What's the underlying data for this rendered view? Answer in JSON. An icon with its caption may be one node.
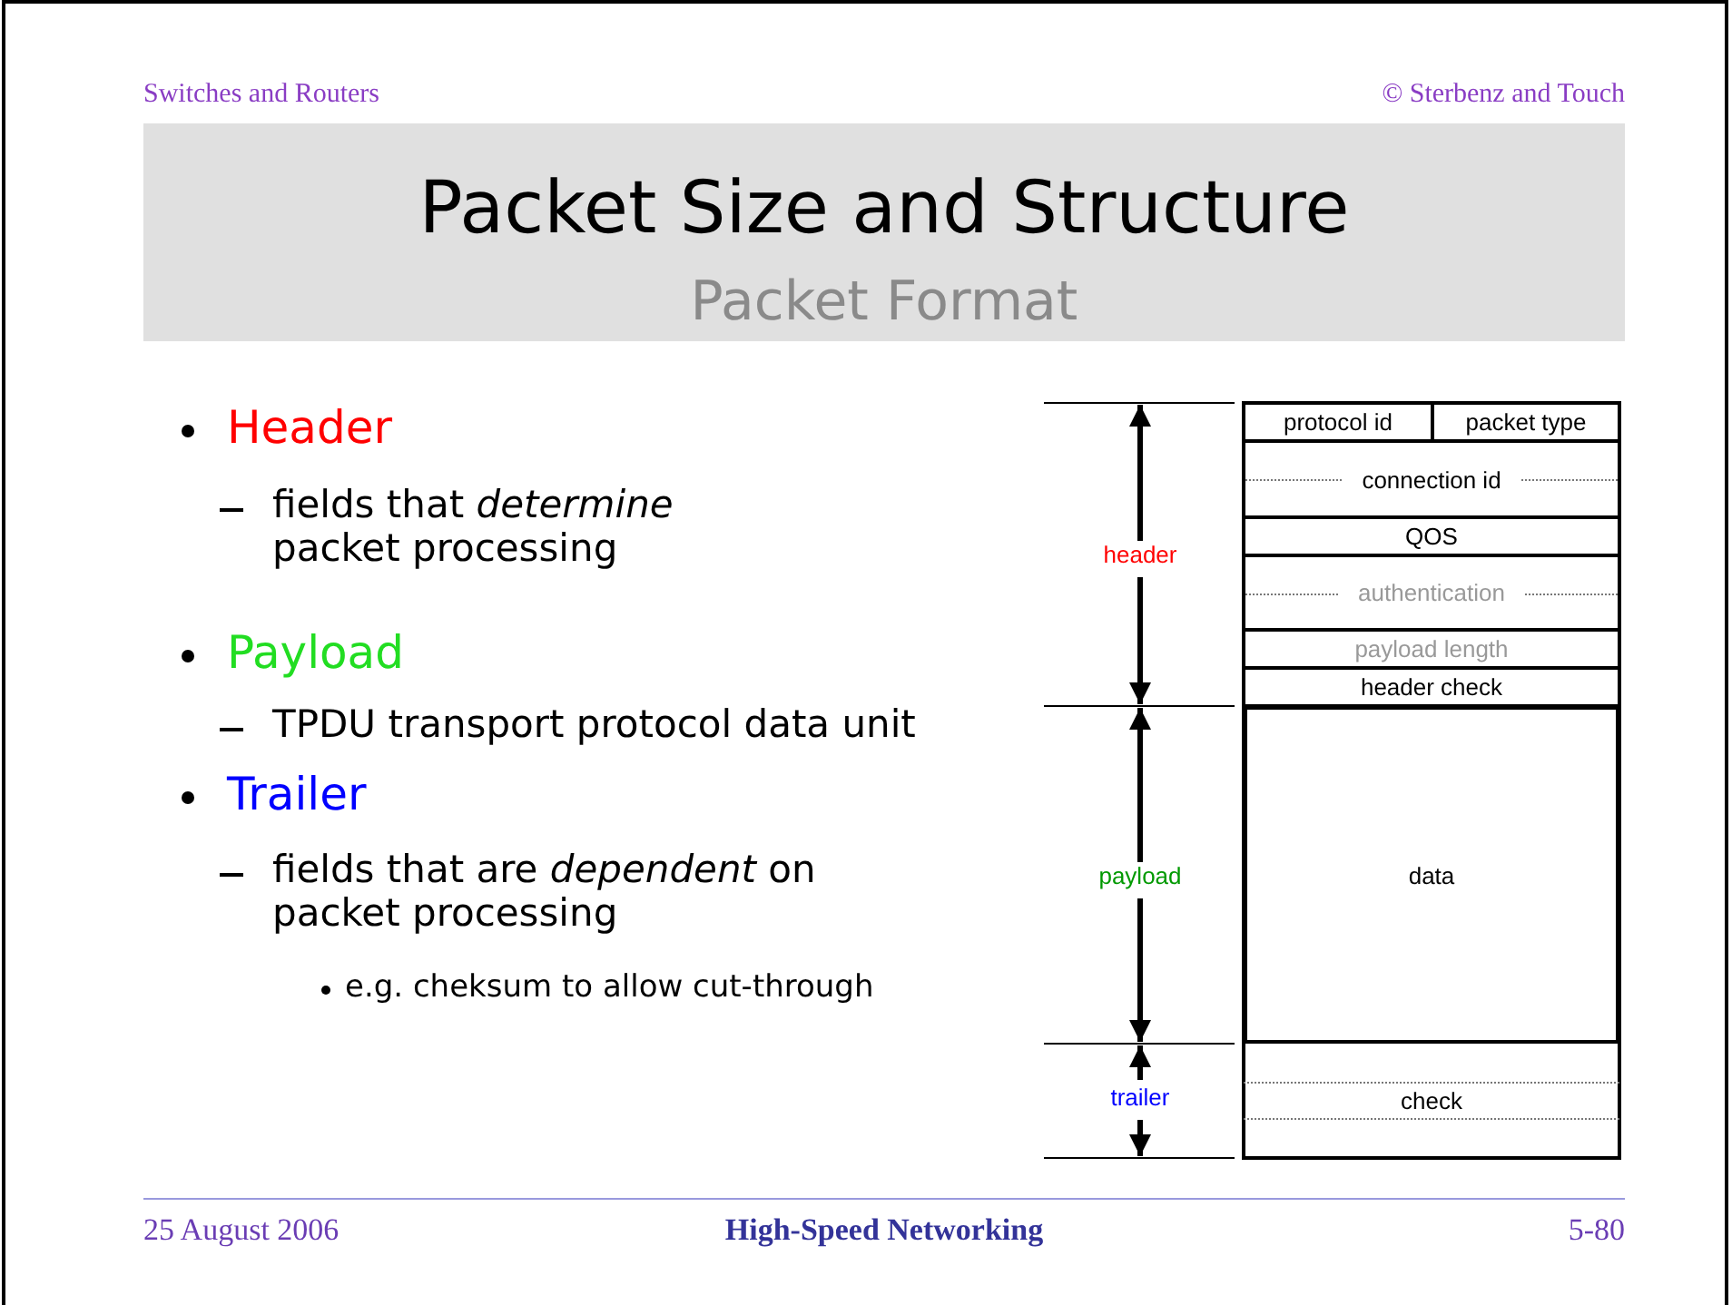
{
  "diagram": {
    "title": "Packet Size and Structure",
    "nodes": [
      {
        "text": [
          "protocol id"
        ]
      },
      {
        "text": [
          "packet type"
        ]
      },
      {
        "text": [
          "connection id"
        ]
      },
      {
        "text": [
          "QOS"
        ]
      },
      {
        "text": [
          "authentication"
        ]
      },
      {
        "text": [
          "payload length"
        ]
      },
      {
        "text": [
          "header check"
        ]
      },
      {
        "text": [
          "data"
        ]
      },
      {
        "text": [
          "check"
        ]
      }
    ],
    "edges": [],
    "labels": [
      "Switches and Routers",
      "© Sterbenz and Touch",
      "Packet Format",
      "Header",
      "fields that *determine* packet processing",
      "Payload",
      "TPDU transport protocol data unit",
      "Trailer",
      "fields that are *dependent* on packet processing",
      "e.g. cheksum to allow cut-through",
      "header",
      "payload",
      "trailer",
      "25 August 2006",
      "High-Speed Networking",
      "5-80"
    ]
  }
}
